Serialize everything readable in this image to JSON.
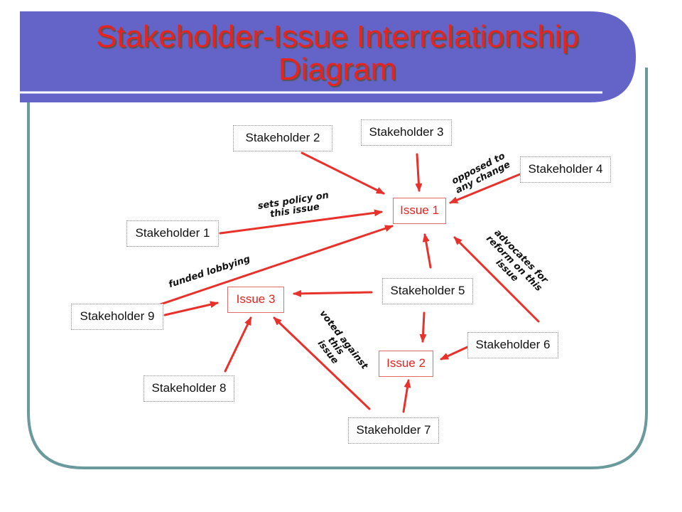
{
  "slide": {
    "title_line1": "Stakeholder-Issue Interrelationship",
    "title_line2": "Diagram"
  },
  "colors": {
    "title_bar": "#6464c8",
    "frame": "#6a9a9c",
    "arrow": "#e8312a",
    "issue_text": "#e8231e"
  },
  "issues": {
    "issue1": "Issue 1",
    "issue2": "Issue 2",
    "issue3": "Issue 3"
  },
  "stakeholders": {
    "s1": "Stakeholder 1",
    "s2": "Stakeholder 2",
    "s3": "Stakeholder 3",
    "s4": "Stakeholder 4",
    "s5": "Stakeholder 5",
    "s6": "Stakeholder 6",
    "s7": "Stakeholder 7",
    "s8": "Stakeholder 8",
    "s9": "Stakeholder 9"
  },
  "relationships": {
    "s1_issue1": [
      "sets policy on",
      "this issue"
    ],
    "s4_issue1": [
      "opposed to",
      "any change"
    ],
    "s6_issue1": [
      "advocates for",
      "reform on this",
      "issue"
    ],
    "s9_issue1": [
      "funded lobbying"
    ],
    "s7_issue3": [
      "voted against",
      "this",
      "issue"
    ]
  }
}
